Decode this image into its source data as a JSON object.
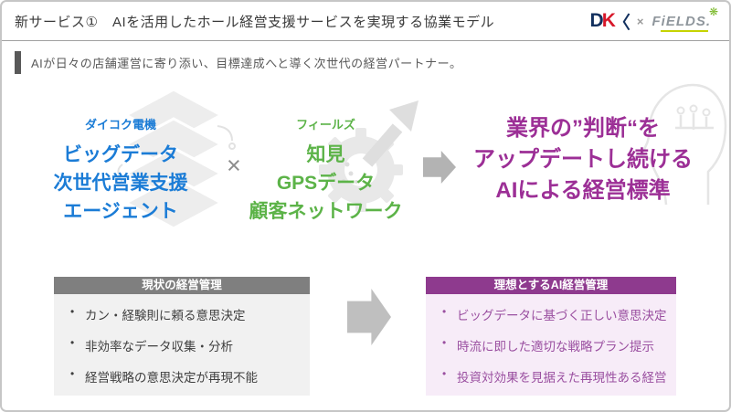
{
  "slide": {
    "title": "新サービス①　AIを活用したホール経営支援サービスを実現する協業モデル",
    "subtitle": "AIが日々の店舗運営に寄り添い、目標達成へと導く次世代の経営パートナー。"
  },
  "logos": {
    "dk": {
      "d": "D",
      "k1": "K",
      "k2": "〈"
    },
    "separator": "×",
    "fields": {
      "text": "FiELDS.",
      "flower": "❋"
    }
  },
  "partnership": {
    "left": {
      "label": "ダイコク電機",
      "lines": [
        "ビッグデータ",
        "次世代営業支援",
        "エージェント"
      ]
    },
    "operator": "×",
    "middle": {
      "label": "フィールズ",
      "lines": [
        "知見",
        "GPSデータ",
        "顧客ネットワーク"
      ]
    },
    "result": {
      "lines": [
        "業界の”判断“を",
        "アップデートし続ける",
        "AIによる経営標準"
      ]
    }
  },
  "comparison": {
    "current": {
      "header": "現状の経営管理",
      "items": [
        "カン・経験則に頼る意思決定",
        "非効率なデータ収集・分析",
        "経営戦略の意思決定が再現不能"
      ]
    },
    "ideal": {
      "header": "理想とするAI経営管理",
      "items": [
        "ビッグデータに基づく正しい意思決定",
        "時流に即した適切な戦略プラン提示",
        "投資対効果を見据えた再現性ある経営"
      ]
    }
  },
  "icons": {
    "layers": "layers-icon",
    "gear": "gear-arrow-icon",
    "head": "ai-head-brain-icon"
  },
  "colors": {
    "blue": "#1b7cd6",
    "green": "#5cb348",
    "purple": "#9c2f96",
    "current_header_bg": "#7f7f7f",
    "ideal_header_bg": "#8e3a8e",
    "arrow_gray": "#b3b3b3",
    "dk_navy": "#12305e",
    "dk_red": "#d7182a",
    "fields_gray": "#8f969c",
    "fields_green": "#7ab829"
  }
}
